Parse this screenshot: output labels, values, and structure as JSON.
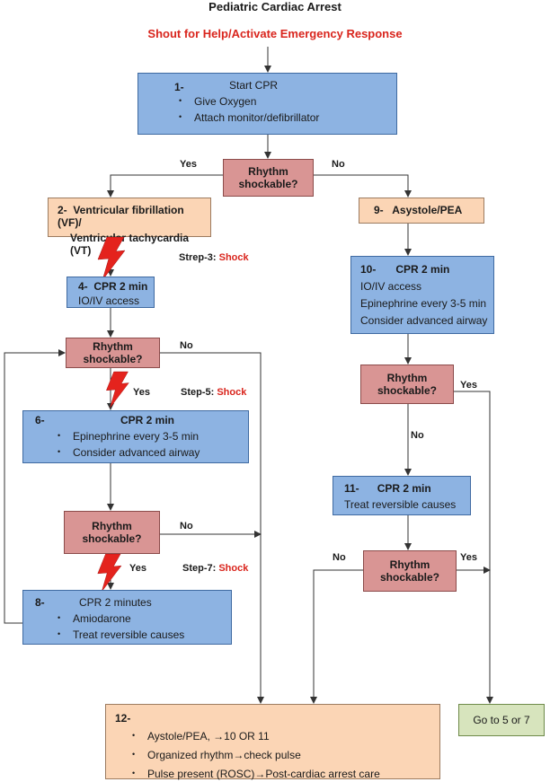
{
  "title": "Pediatric Cardiac Arrest",
  "subtitle": "Shout for Help/Activate Emergency Response",
  "colors": {
    "blue": "#8db3e2",
    "pink": "#d99594",
    "peach": "#fbd5b5",
    "green": "#d7e4bd",
    "red": "#d9251d"
  },
  "box1": {
    "num": "1-",
    "head": "Start CPR",
    "items": [
      "Give Oxygen",
      "Attach monitor/defibrillator"
    ]
  },
  "decision_top": {
    "text": "Rhythm shockable?",
    "yes": "Yes",
    "no": "No"
  },
  "box2": {
    "num": "2-",
    "line1": "Ventricular fibrillation (VF)/",
    "line2": "Ventricular tachycardia (VT)"
  },
  "box9": {
    "num": "9-",
    "text": "Asystole/PEA"
  },
  "step3": {
    "label": "Strep-3: ",
    "action": "Shock"
  },
  "box4": {
    "num": "4-",
    "head": "CPR 2 min",
    "line": "IO/IV access"
  },
  "box10": {
    "num": "10-",
    "head": "CPR 2 min",
    "lines": [
      "IO/IV access",
      "Epinephrine every 3-5 min",
      "Consider advanced airway"
    ]
  },
  "decision_left1": {
    "text": "Rhythm shockable?",
    "yes": "Yes",
    "no": "No"
  },
  "step5": {
    "label": "Step-5: ",
    "action": "Shock"
  },
  "decision_right1": {
    "text": "Rhythm shockable?",
    "yes": "Yes",
    "no": "No"
  },
  "box6": {
    "num": "6-",
    "head": "CPR 2 min",
    "items": [
      "Epinephrine every 3-5 min",
      "Consider advanced airway"
    ]
  },
  "box11": {
    "num": "11-",
    "head": "CPR 2 min",
    "line": "Treat reversible causes"
  },
  "decision_left2": {
    "text": "Rhythm shockable?",
    "yes": "Yes",
    "no": "No"
  },
  "step7": {
    "label": "Step-7: ",
    "action": "Shock"
  },
  "decision_right2": {
    "text": "Rhythm shockable?",
    "yes": "Yes",
    "no": "No"
  },
  "box8": {
    "num": "8-",
    "head": "CPR 2 minutes",
    "items": [
      "Amiodarone",
      "Treat reversible causes"
    ]
  },
  "box12": {
    "num": "12-",
    "items": [
      "Aystole/PEA, →10 OR 11",
      "Organized rhythm→check pulse",
      "Pulse present (ROSC)→Post-cardiac arrest care"
    ]
  },
  "goto": {
    "text": "Go to 5 or 7"
  }
}
